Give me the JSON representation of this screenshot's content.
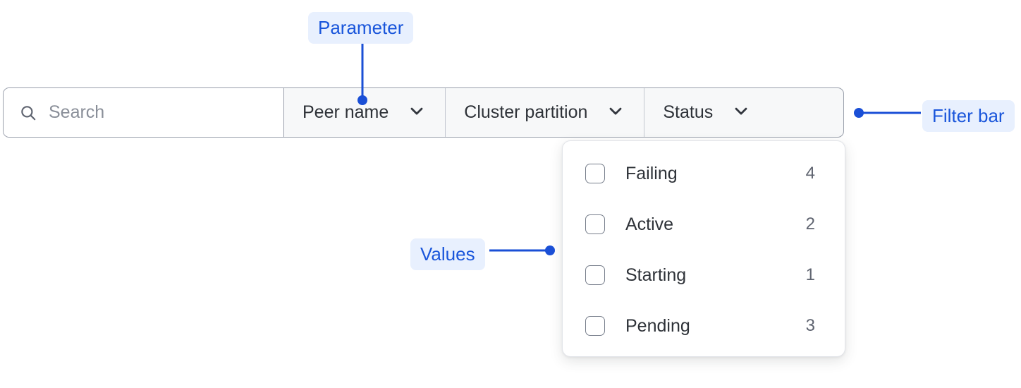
{
  "filter_bar": {
    "search": {
      "icon": "search-icon",
      "placeholder": "Search",
      "value": ""
    },
    "dropdowns": [
      {
        "label": "Peer name",
        "icon": "chevron-down-icon"
      },
      {
        "label": "Cluster partition",
        "icon": "chevron-down-icon"
      },
      {
        "label": "Status",
        "icon": "chevron-down-icon"
      }
    ]
  },
  "status_dropdown": {
    "open": true,
    "options": [
      {
        "label": "Failing",
        "count": "4",
        "checked": false
      },
      {
        "label": "Active",
        "count": "2",
        "checked": false
      },
      {
        "label": "Starting",
        "count": "1",
        "checked": false
      },
      {
        "label": "Pending",
        "count": "3",
        "checked": false
      }
    ]
  },
  "annotations": [
    {
      "label": "Parameter",
      "target": "peer-name-dropdown"
    },
    {
      "label": "Filter bar",
      "target": "filter-bar"
    },
    {
      "label": "Values",
      "target": "status-dropdown-options"
    }
  ],
  "colors": {
    "annotation_text": "#1a56db",
    "annotation_chip_bg": "#e8f0fe",
    "annotation_line": "#1a4fd6",
    "bar_border": "#9aa0ac",
    "cell_bg": "#f7f8f9",
    "text": "#2e3238",
    "placeholder": "#8a8f99",
    "count_text": "#5f6470"
  }
}
